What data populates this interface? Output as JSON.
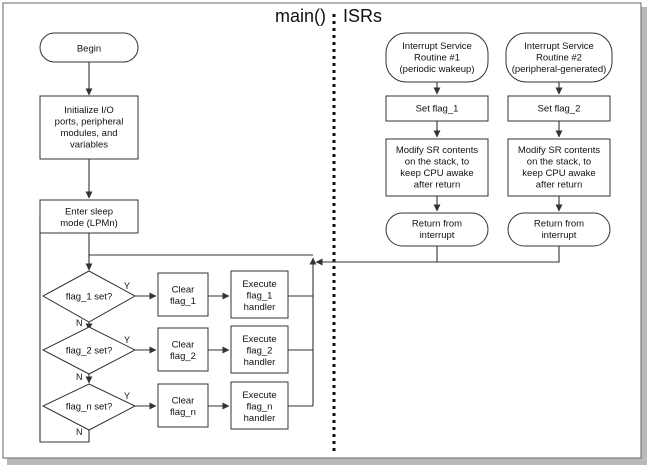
{
  "headers": {
    "main": "main()",
    "isrs": "ISRs"
  },
  "main": {
    "begin": [
      "Begin"
    ],
    "init": [
      "Initialize I/O",
      "ports, peripheral",
      "modules, and",
      "variables"
    ],
    "sleep": [
      "Enter sleep",
      "mode (LPMn)"
    ],
    "rows": [
      {
        "decision": [
          "flag_1 set?"
        ],
        "clear": [
          "Clear",
          "flag_1"
        ],
        "exec": [
          "Execute",
          "flag_1",
          "handler"
        ]
      },
      {
        "decision": [
          "flag_2 set?"
        ],
        "clear": [
          "Clear",
          "flag_2"
        ],
        "exec": [
          "Execute",
          "flag_2",
          "handler"
        ]
      },
      {
        "decision": [
          "flag_n set?"
        ],
        "clear": [
          "Clear",
          "flag_n"
        ],
        "exec": [
          "Execute",
          "flag_n",
          "handler"
        ]
      }
    ],
    "yes_label": "Y",
    "no_label": "N"
  },
  "isrs": [
    {
      "entry": [
        "Interrupt Service",
        "Routine #1",
        "(periodic wakeup)"
      ],
      "set": [
        "Set flag_1"
      ],
      "modify": [
        "Modify SR contents",
        "on the stack, to",
        "keep CPU awake",
        "after return"
      ],
      "ret": [
        "Return from",
        "interrupt"
      ]
    },
    {
      "entry": [
        "Interrupt Service",
        "Routine #2",
        "(peripheral-generated)"
      ],
      "set": [
        "Set flag_2"
      ],
      "modify": [
        "Modify SR contents",
        "on the stack, to",
        "keep CPU awake",
        "after return"
      ],
      "ret": [
        "Return from",
        "interrupt"
      ]
    }
  ]
}
